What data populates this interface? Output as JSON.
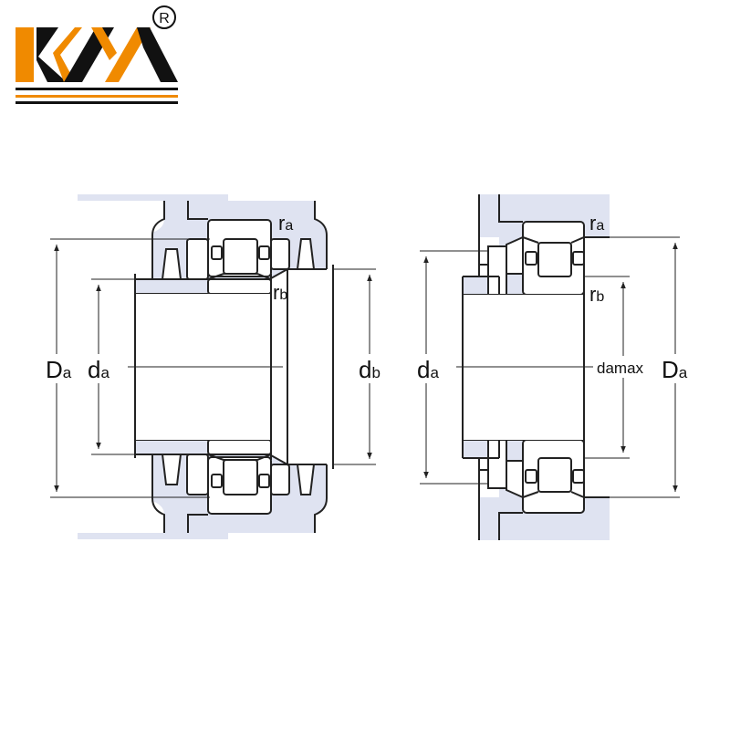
{
  "logo": {
    "text": "KYX",
    "registered_mark": "R",
    "colors": {
      "orange": "#f08a00",
      "black": "#111111"
    }
  },
  "colors": {
    "housing_fill": "#dfe3f1",
    "line": "#222222"
  },
  "left_diagram": {
    "labels": {
      "Da": "D",
      "Da_sub": "a",
      "da": "d",
      "da_sub": "a",
      "db": "d",
      "db_sub": "b",
      "ra": "r",
      "ra_sub": "a",
      "rb": "r",
      "rb_sub": "b"
    }
  },
  "right_diagram": {
    "labels": {
      "Da": "D",
      "Da_sub": "a",
      "da": "d",
      "da_sub": "a",
      "damax": "damax",
      "ra": "r",
      "ra_sub": "a",
      "rb": "r",
      "rb_sub": "b"
    }
  }
}
